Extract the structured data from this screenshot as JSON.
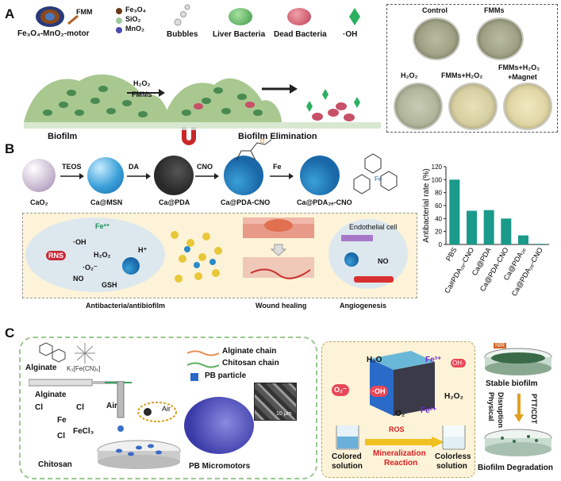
{
  "panelA": {
    "letter": "A",
    "motor_label": "Fe₃O₄-MnO₂-motor",
    "fmm_label": "FMM",
    "legend_fe3o4": "Fe₃O₄",
    "legend_sio2": "SiO₂",
    "legend_mno2": "MnO₂",
    "legend_bubbles": "Bubbles",
    "legend_liver": "Liver Bacteria",
    "legend_dead": "Dead Bacteria",
    "legend_oh": "·OH",
    "h2o2": "H₂O₂",
    "fmms": "FMMs",
    "biofilm": "Biofilm",
    "elimination": "Biofilm Elimination",
    "dish_control": "Control",
    "dish_fmms": "FMMs",
    "dish_h2o2": "H₂O₂",
    "dish_fmms_h2o2": "FMMs+H₂O₂",
    "dish_magnet_l1": "FMMs+H₂O₂",
    "dish_magnet_l2": "+Magnet"
  },
  "panelB": {
    "letter": "B",
    "teos": "TEOS",
    "da": "DA",
    "cno": "CNO",
    "fe": "Fe",
    "cao2": "CaO₂",
    "ca_msn": "Ca@MSN",
    "ca_pda": "Ca@PDA",
    "ca_pda_cno": "Ca@PDA-CNO",
    "ca_pdafe_cno": "Ca@PDA₂ₑ-CNO",
    "fe3": "Fe³⁺",
    "oh": "·OH",
    "rns": "RNS",
    "h2o2": "H₂O₂",
    "o2": "·O₂⁻",
    "no": "NO",
    "gsh": "GSH",
    "hplus": "H⁺",
    "endothelial": "Endothelial cell",
    "no2": "NO",
    "antibacteria": "Antibacteria/antibiofilm",
    "wound": "Wound healing",
    "angio": "Angiogenesis"
  },
  "chart_data": {
    "type": "bar",
    "categories": [
      "PBS",
      "Ca#PDA₂ₑ-CNO",
      "Ca@PDA",
      "Ca@PDA-CNO",
      "Ca@PDA₂ₑ",
      "Ca@PDA₂ₑ-CNO"
    ],
    "values": [
      100,
      52,
      53,
      40,
      14,
      1
    ],
    "ylabel": "Antibacterial rate (%)",
    "ylim": [
      0,
      120
    ],
    "yticks": [
      "0",
      "20",
      "40",
      "60",
      "80",
      "100",
      "120"
    ],
    "color": "#1a9a8a"
  },
  "panelC": {
    "letter": "C",
    "alginate_top": "Alginate",
    "k_fecn": "K₃[Fe(CN)₆]",
    "alginate": "Alginate",
    "air": "Air",
    "air2": "Air",
    "fecl3": "FeCl₃",
    "cl1": "Cl",
    "cl2": "Cl",
    "cl3": "Cl",
    "fe": "Fe",
    "chitosan": "Chitosan",
    "legend_alginate": "Alginate chain",
    "legend_chitosan": "Chitosan chain",
    "legend_pb": "PB particle",
    "scale": "10 μm",
    "pb_micromotors": "PB Micromotors",
    "h2o": "H₂O",
    "fe3": "Fe³⁺",
    "ohs": "OH·",
    "o2minus": "O₂⁻",
    "oh": "·OH",
    "o2": "O₂",
    "fe2": "Fe²⁺",
    "h2o2": "H₂O₂",
    "ros": "ROS",
    "mineral_1": "Mineralization",
    "mineral_2": "Reaction",
    "colored_1": "Colored",
    "colored_2": "solution",
    "colorless_1": "Colorless",
    "colorless_2": "solution",
    "nir": "NIR",
    "stable": "Stable biofilm",
    "physical": "Physical",
    "disruption": "Disruption",
    "ptt": "PTT/CDT",
    "degradation": "Biofilm Degradation"
  }
}
